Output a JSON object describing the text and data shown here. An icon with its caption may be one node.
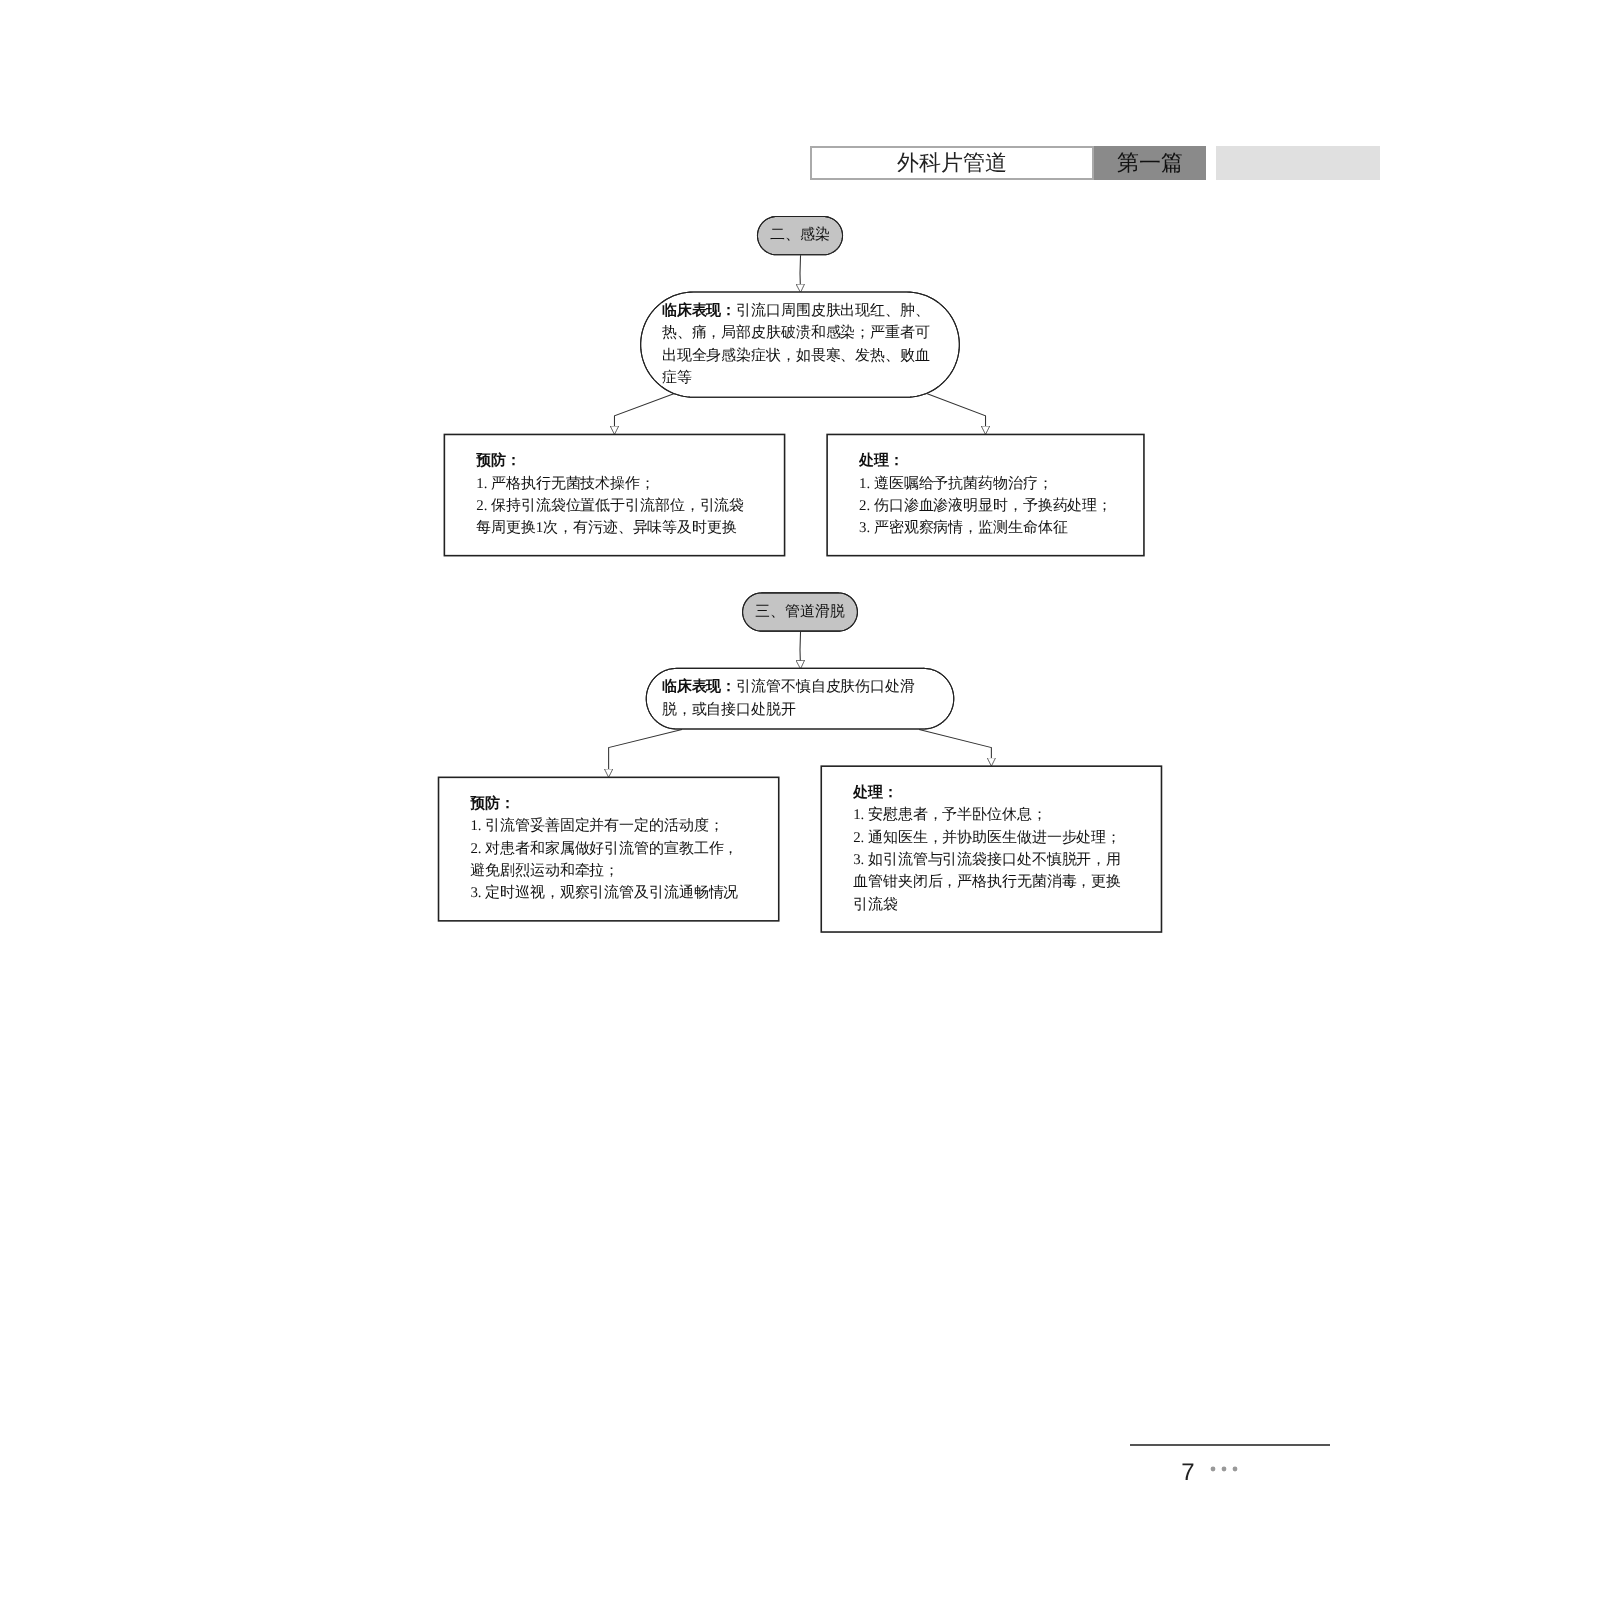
{
  "diagram": {
    "nodes": [
      {
        "text": [
          "二、感染"
        ]
      },
      {
        "text": [
          "临床表现：",
          "引流口周围皮肤出现红、肿、热、痛，局部皮肤破溃和感染；严重者可出现全身感染症状，如畏寒、发热、败血症等"
        ]
      },
      {
        "text": [
          "预防：",
          "1. 严格执行无菌技术操作；",
          "2. 保持引流袋位置低于引流部位，引流袋每周更换1次，有污迹、异味等及时更换"
        ]
      },
      {
        "text": [
          "处理：",
          "1. 遵医嘱给予抗菌药物治疗；",
          "2. 伤口渗血渗液明显时，予换药处理；",
          "3. 严密观察病情，监测生命体征"
        ]
      },
      {
        "text": [
          "三、管道滑脱"
        ]
      },
      {
        "text": [
          "临床表现：",
          "引流管不慎自皮肤伤口处滑脱，或自接口处脱开"
        ]
      },
      {
        "text": [
          "预防：",
          "1. 引流管妥善固定并有一定的活动度；",
          "2. 对患者和家属做好引流管的宣教工作，避免剧烈运动和牵拉；",
          "3. 定时巡视，观察引流管及引流通畅情况"
        ]
      },
      {
        "text": [
          "处理：",
          "1. 安慰患者，予半卧位休息；",
          "2. 通知医生，并协助医生做进一步处理；",
          "3. 如引流管与引流袋接口处不慎脱开，用血管钳夹闭后，严格执行无菌消毒，更换引流袋"
        ]
      }
    ],
    "edges": [
      {
        "from": 0,
        "to": 1,
        "arrow": "to"
      },
      {
        "from": 1,
        "to": 2,
        "arrow": "to"
      },
      {
        "from": 1,
        "to": 3,
        "arrow": "to"
      },
      {
        "from": 4,
        "to": 5,
        "arrow": "to"
      },
      {
        "from": 5,
        "to": 6,
        "arrow": "to"
      },
      {
        "from": 5,
        "to": 7,
        "arrow": "to"
      }
    ],
    "labels": [
      "外科片管道",
      "第一篇",
      "7"
    ]
  }
}
